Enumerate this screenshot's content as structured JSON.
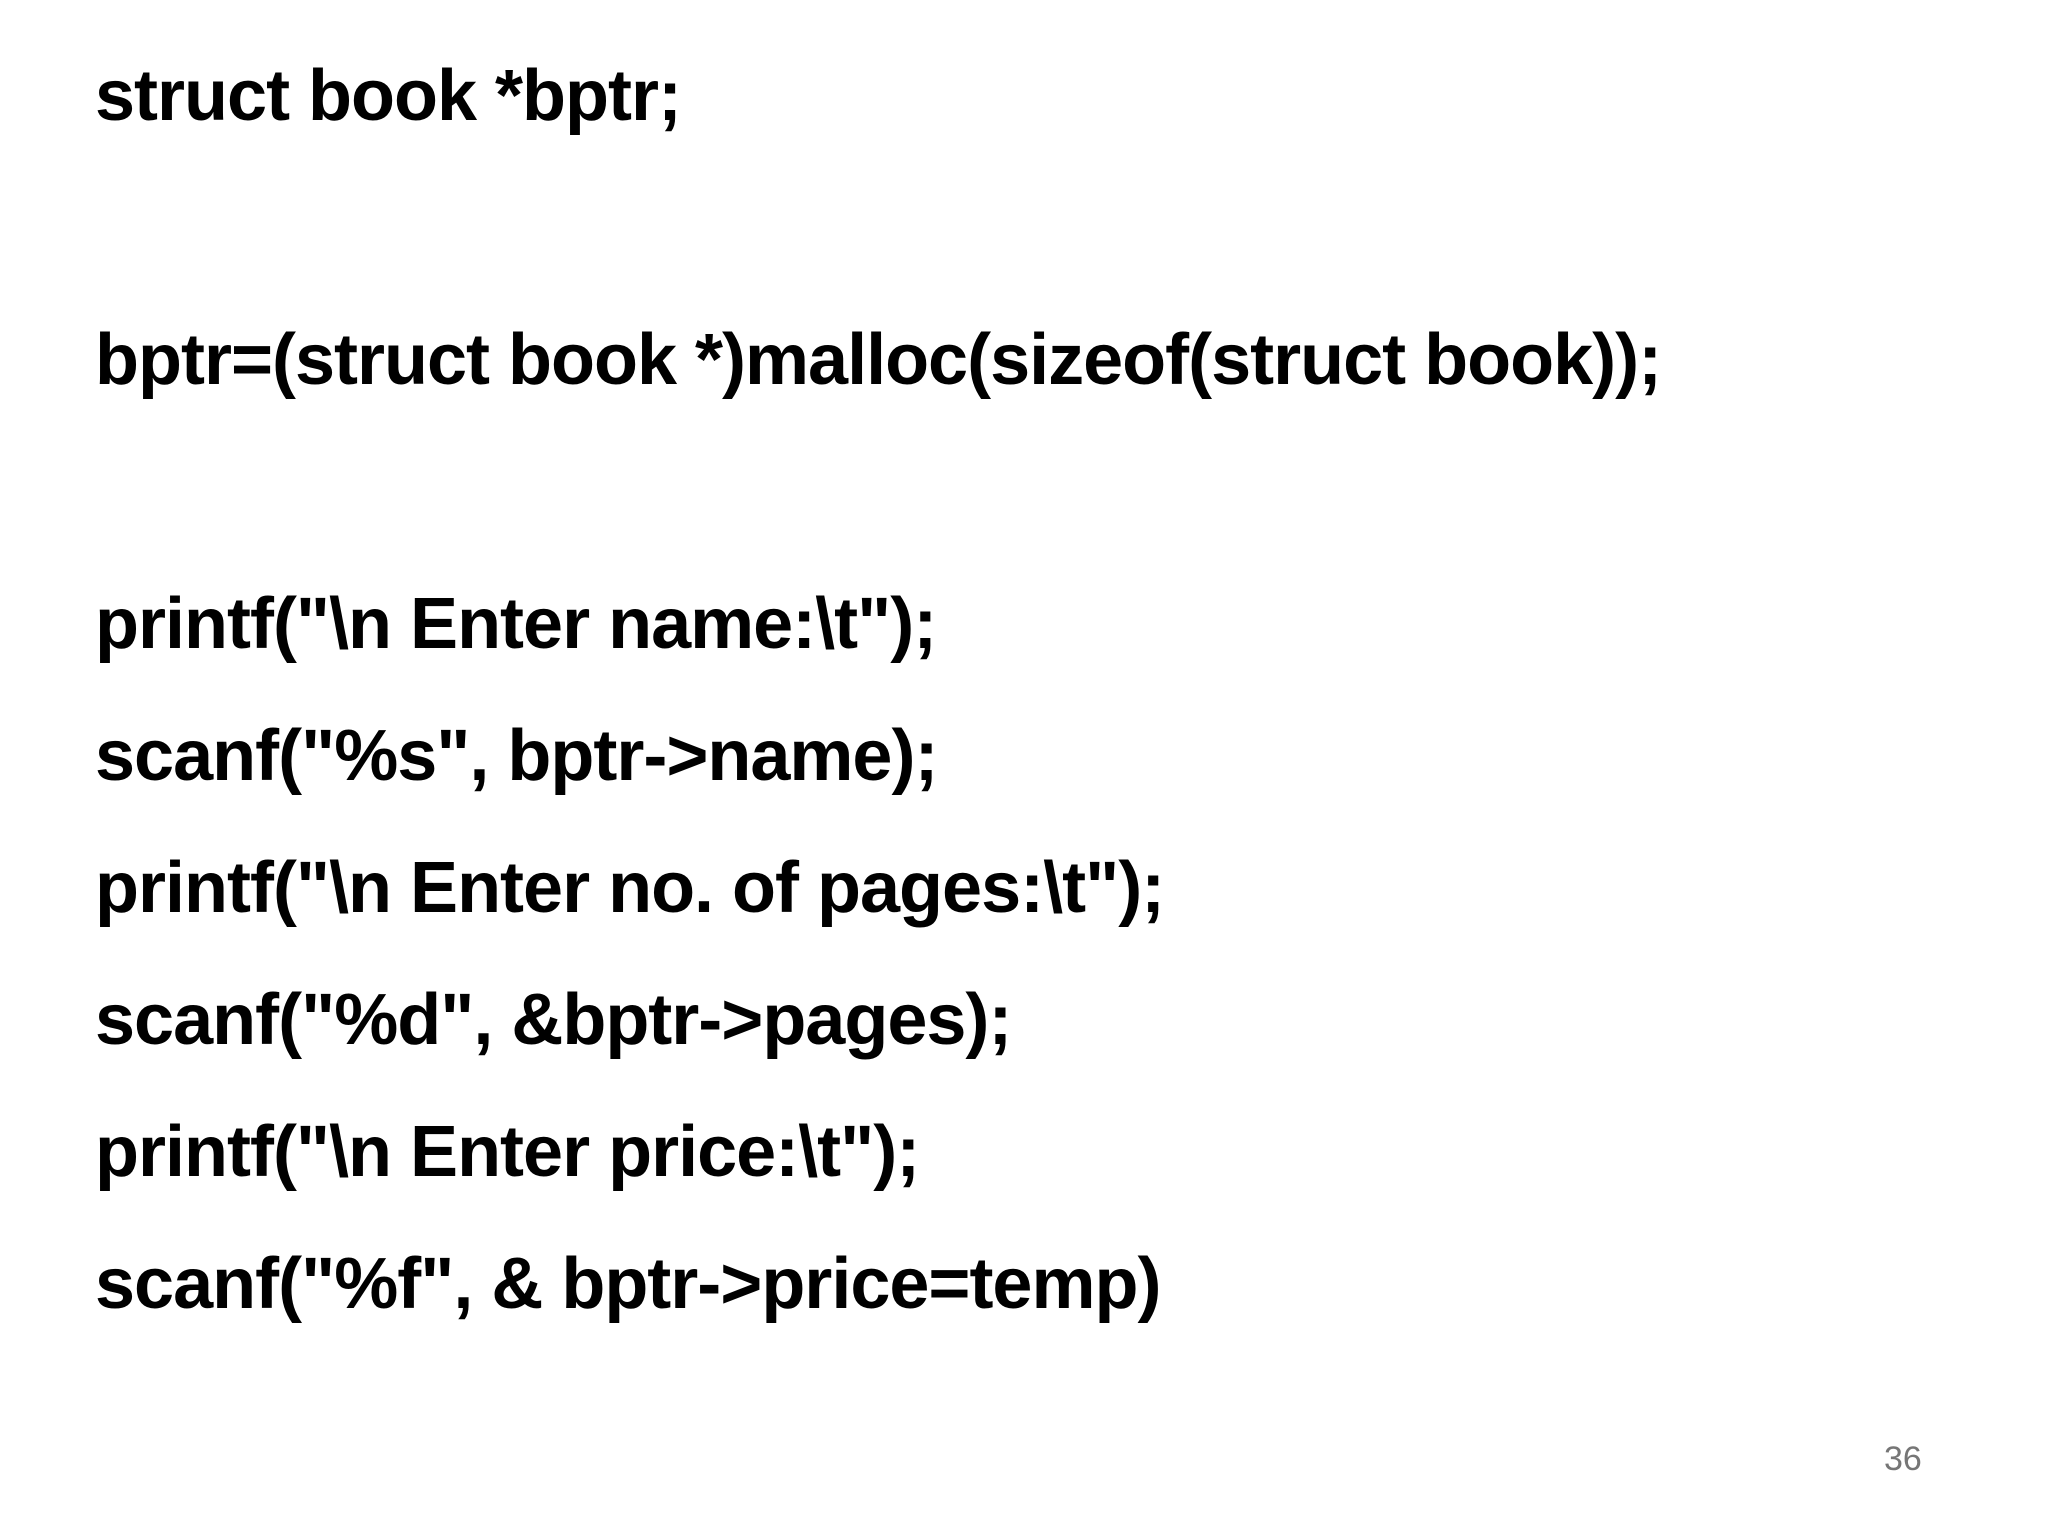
{
  "slide": {
    "code_lines": [
      "struct book *bptr;",
      "",
      "bptr=(struct book *)malloc(sizeof(struct book));",
      "",
      "printf(\"\\n Enter name:\\t\");",
      "scanf(\"%s\", bptr->name);",
      "printf(\"\\n Enter no. of pages:\\t\");",
      "scanf(\"%d\", &bptr->pages);",
      "printf(\"\\n Enter price:\\t\");",
      "scanf(\"%f\", & bptr->price=temp)"
    ],
    "page_number": "36",
    "colors": {
      "text": "#000000",
      "page_number": "#767676",
      "background": "#ffffff"
    }
  }
}
